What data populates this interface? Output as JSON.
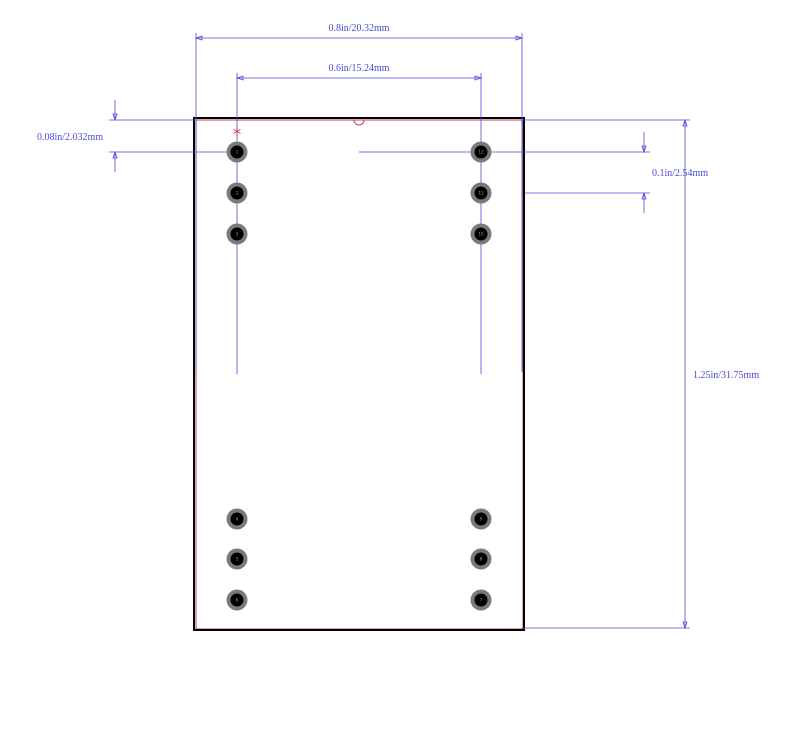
{
  "drawing": {
    "dimensions": {
      "overall_width": "0.8in/20.32mm",
      "pin_row_spacing": "0.6in/15.24mm",
      "edge_to_first_pin": "0.08in/2.032mm",
      "pin_pitch": "0.1in/2.54mm",
      "overall_height": "1.25in/31.75mm"
    },
    "pin1_marker": "*",
    "pins": {
      "left_top": [
        "1",
        "2",
        "3"
      ],
      "right_top": [
        "12",
        "11",
        "10"
      ],
      "left_bottom": [
        "4",
        "5",
        "6"
      ],
      "right_bottom": [
        "9",
        "8",
        "7"
      ]
    }
  },
  "colors": {
    "dimension": "#4b4bd6",
    "outline": "#000000",
    "silkscreen": "#c43c5a",
    "pad_ring": "#7a7a7a",
    "pad_hole": "#000000"
  }
}
